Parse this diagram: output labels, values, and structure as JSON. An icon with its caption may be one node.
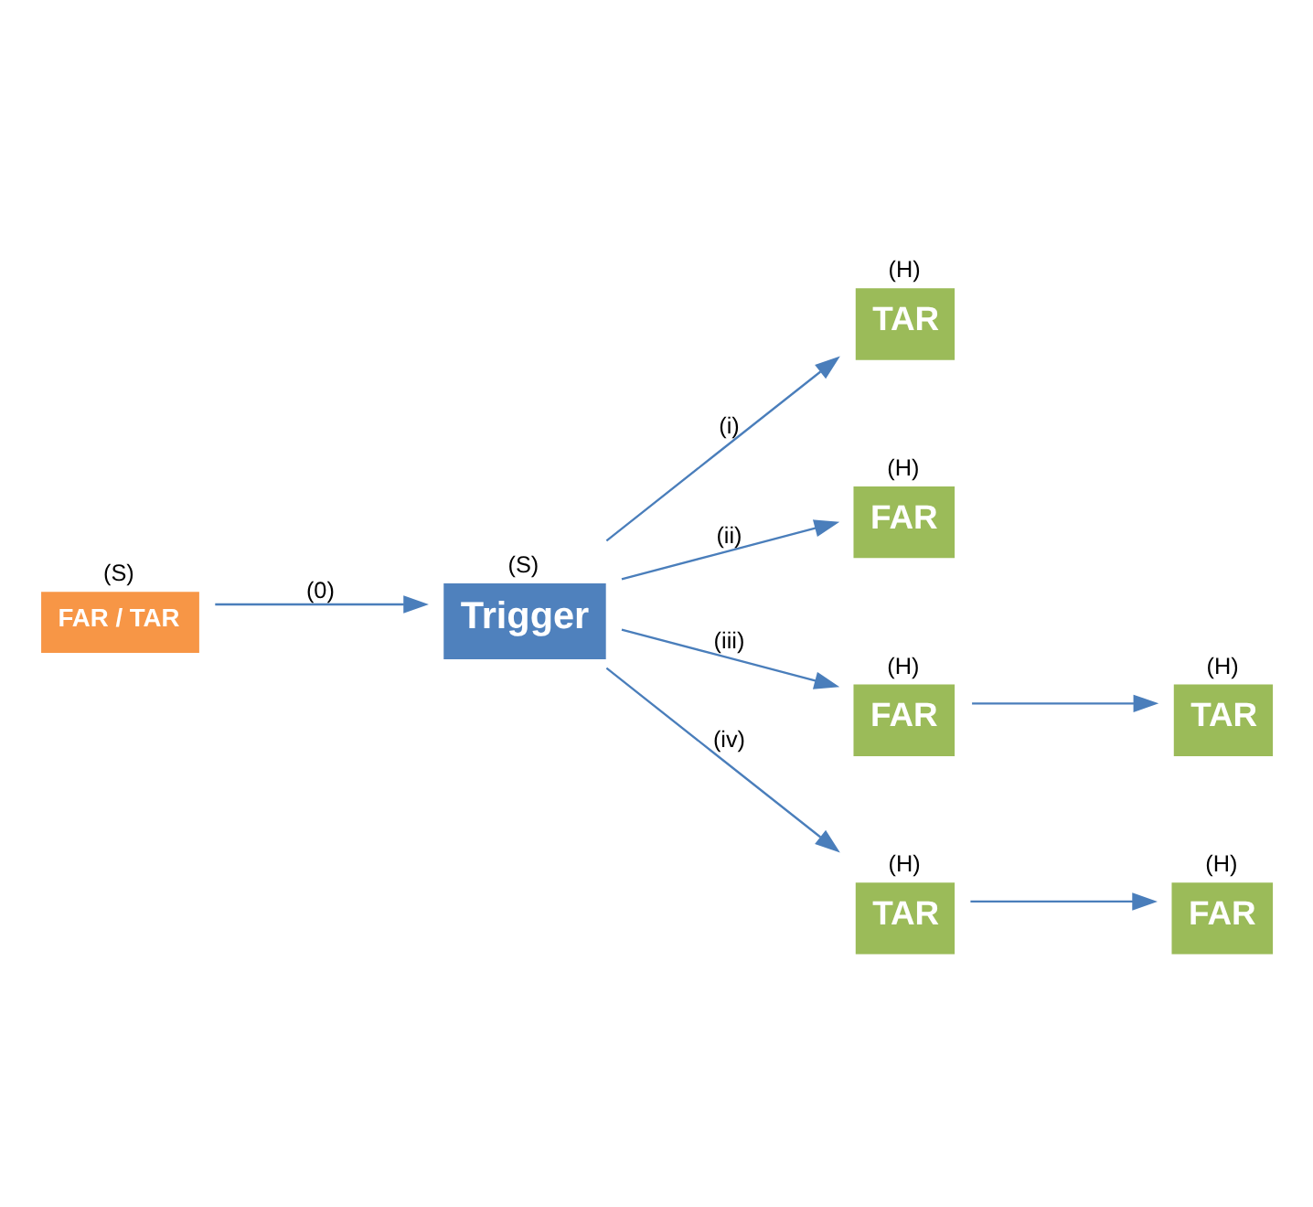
{
  "diagram": {
    "nodes": [
      {
        "text": [
          "FAR / TAR"
        ],
        "beside": [
          "(S)"
        ]
      },
      {
        "text": [
          "Trigger"
        ],
        "beside": [
          "(S)"
        ]
      },
      {
        "text": [
          "TAR"
        ],
        "beside": [
          "(H)"
        ]
      },
      {
        "text": [
          "FAR"
        ],
        "beside": [
          "(H)"
        ]
      },
      {
        "text": [
          "FAR"
        ],
        "beside": [
          "(H)"
        ]
      },
      {
        "text": [
          "TAR"
        ],
        "beside": [
          "(H)"
        ]
      },
      {
        "text": [
          "TAR"
        ],
        "beside": [
          "(H)"
        ]
      },
      {
        "text": [
          "FAR"
        ],
        "beside": [
          "(H)"
        ]
      }
    ],
    "edges": [
      {
        "from": 0,
        "to": 1,
        "arrow": "to",
        "label": "(0)"
      },
      {
        "from": 1,
        "to": 2,
        "arrow": "to",
        "label": "(i)"
      },
      {
        "from": 1,
        "to": 3,
        "arrow": "to",
        "label": "(ii)"
      },
      {
        "from": 1,
        "to": 4,
        "arrow": "to",
        "label": "(iii)"
      },
      {
        "from": 4,
        "to": 5,
        "arrow": "to"
      },
      {
        "from": 1,
        "to": 6,
        "arrow": "to",
        "label": "(iv)"
      },
      {
        "from": 6,
        "to": 7,
        "arrow": "to"
      }
    ]
  }
}
